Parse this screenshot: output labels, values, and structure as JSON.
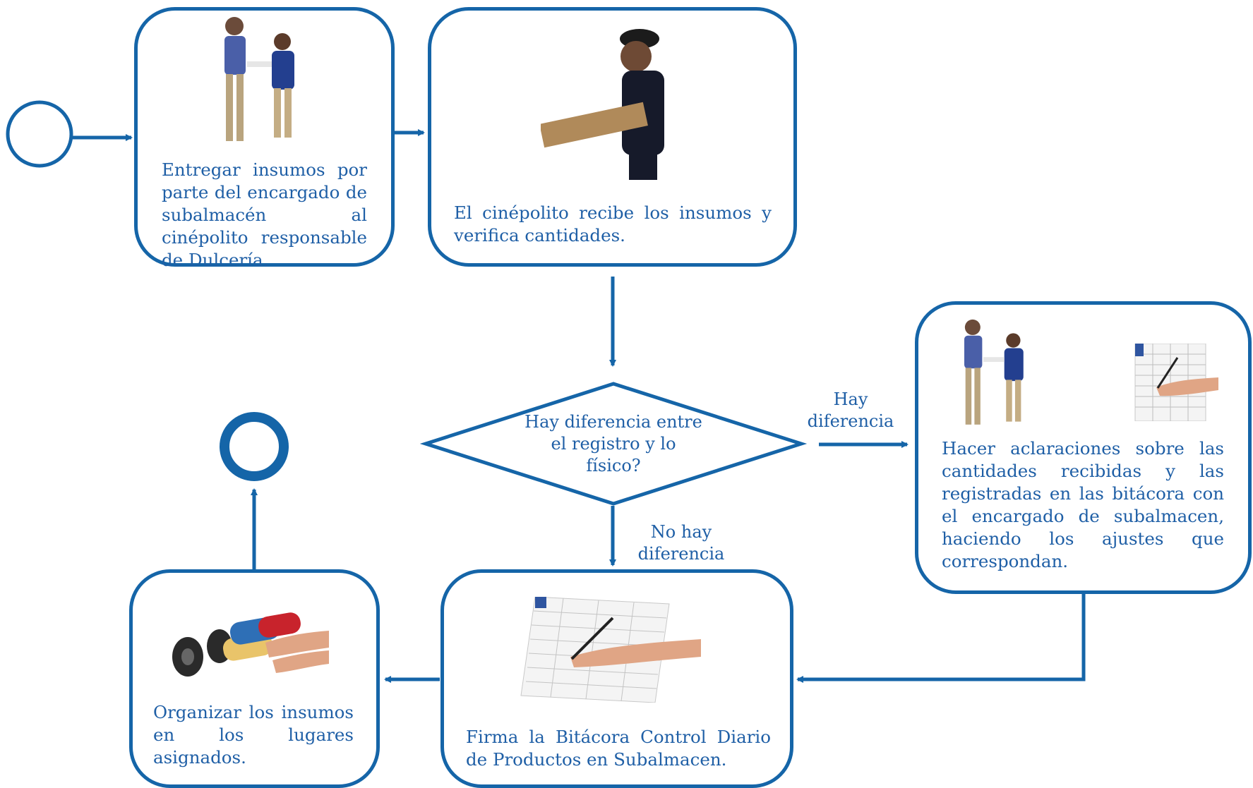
{
  "nodes": {
    "deliver_supplies": {
      "text": "Entregar insumos por parte del encargado de subalmacén al cinépolito responsable de Dulcería."
    },
    "receive_verify": {
      "text": "El cinépolito recibe los insumos y verifica cantidades."
    },
    "decision": {
      "text": "Hay diferencia entre el registro y lo físico?"
    },
    "clarify_adjust": {
      "text": "Hacer aclaraciones sobre las cantidades recibidas y las registradas en las bitácora con el encargado de subalmacen, haciendo los ajustes que correspondan."
    },
    "sign_log": {
      "text": "Firma la Bitácora Control Diario de Productos en Subalmacen."
    },
    "organize_supplies": {
      "text": "Organizar los insumos en los lugares asignados."
    }
  },
  "edges": {
    "yes_label": "Hay diferencia",
    "no_label": "No hay diferencia"
  },
  "colors": {
    "stroke": "#1565a8",
    "text": "#1f5fa6"
  },
  "icons": {
    "photos": [
      "two-workers-photo",
      "employee-holding-box-photo",
      "two-workers-photo",
      "hand-signing-log-photo",
      "hand-signing-log-photo",
      "hands-with-cups-photo"
    ]
  }
}
